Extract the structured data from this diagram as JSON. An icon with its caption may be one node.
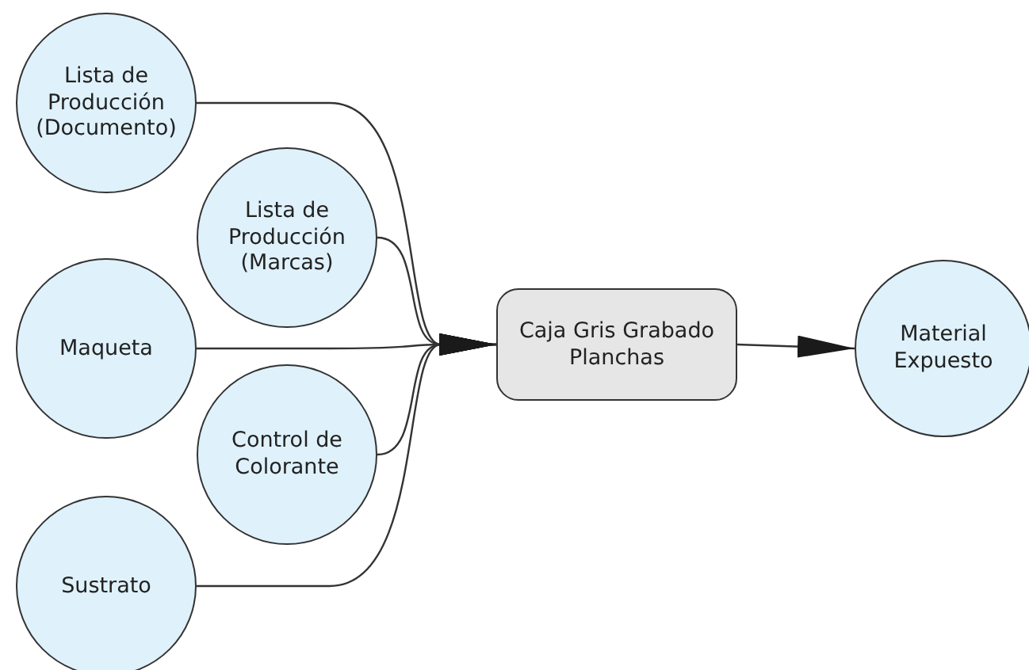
{
  "diagram": {
    "nodes": [
      {
        "text": [
          "Lista de Producción (Documento)"
        ]
      },
      {
        "text": [
          "Lista de Producción (Marcas)"
        ]
      },
      {
        "text": [
          "Maqueta"
        ]
      },
      {
        "text": [
          "Control de Colorante"
        ]
      },
      {
        "text": [
          "Sustrato"
        ]
      },
      {
        "text": [
          "Caja Gris Grabado Planchas"
        ]
      },
      {
        "text": [
          "Material Expuesto"
        ]
      }
    ],
    "edges": [
      {
        "from": 0,
        "to": 5,
        "arrow": "to"
      },
      {
        "from": 1,
        "to": 5,
        "arrow": "to"
      },
      {
        "from": 2,
        "to": 5,
        "arrow": "to"
      },
      {
        "from": 3,
        "to": 5,
        "arrow": "to"
      },
      {
        "from": 4,
        "to": 5,
        "arrow": "to"
      },
      {
        "from": 5,
        "to": 6,
        "arrow": "to"
      }
    ]
  }
}
